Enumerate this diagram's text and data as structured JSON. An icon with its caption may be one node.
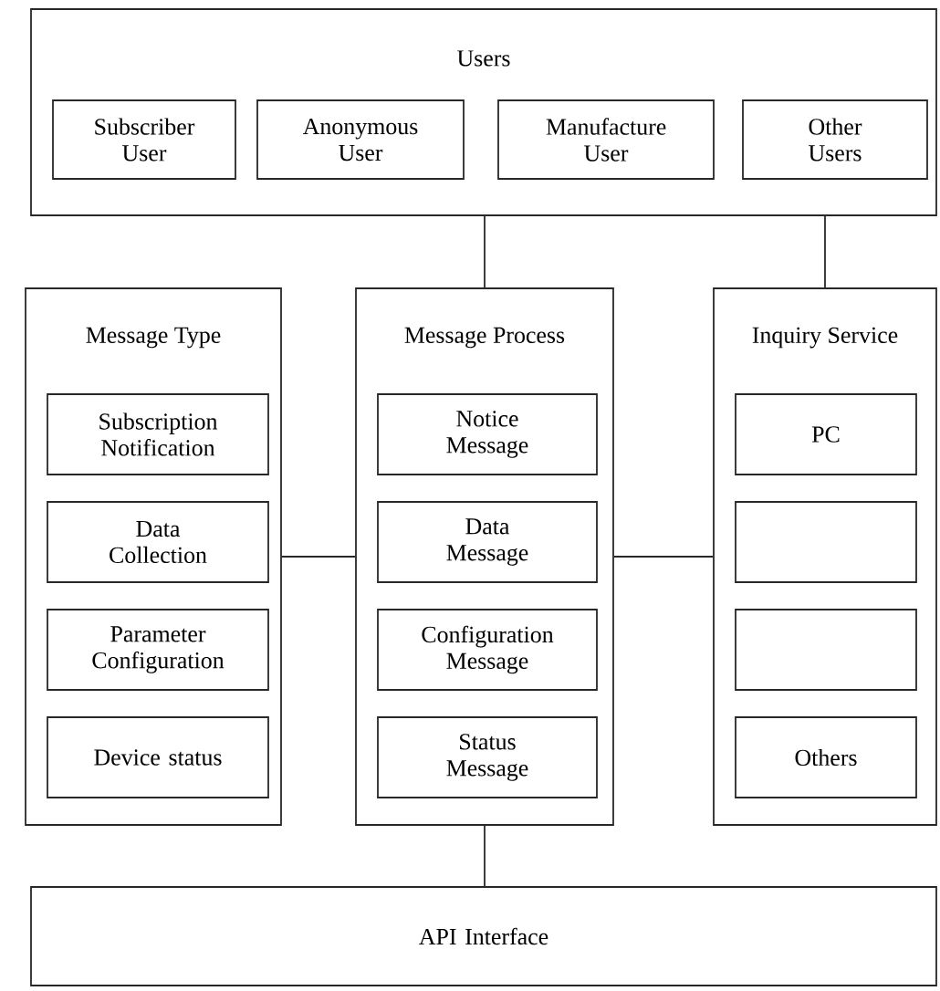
{
  "diagram": {
    "nodes": [
      {
        "text": [
          "Users"
        ]
      },
      {
        "text": [
          "Subscriber User"
        ],
        "in": 0
      },
      {
        "text": [
          "Anonymous User"
        ],
        "in": 0
      },
      {
        "text": [
          "Manufacture User"
        ],
        "in": 0
      },
      {
        "text": [
          "Other Users"
        ],
        "in": 0
      },
      {
        "text": [
          "Message Type"
        ]
      },
      {
        "text": [
          "Subscription Notification"
        ],
        "in": 5
      },
      {
        "text": [
          "Data Collection"
        ],
        "in": 5
      },
      {
        "text": [
          "Parameter Configuration"
        ],
        "in": 5
      },
      {
        "text": [
          "Device status"
        ],
        "in": 5
      },
      {
        "text": [
          "Message Process"
        ]
      },
      {
        "text": [
          "Notice Message"
        ],
        "in": 10
      },
      {
        "text": [
          "Data Message"
        ],
        "in": 10
      },
      {
        "text": [
          "Configuration Message"
        ],
        "in": 10
      },
      {
        "text": [
          "Status Message"
        ],
        "in": 10
      },
      {
        "text": [
          "Inquiry Service"
        ]
      },
      {
        "text": [
          "PC"
        ],
        "in": 15
      },
      {
        "text": [],
        "shape": "box",
        "in": 15
      },
      {
        "text": [],
        "shape": "box",
        "in": 15
      },
      {
        "text": [
          "Others"
        ],
        "in": 15
      },
      {
        "text": [
          "API Interface"
        ]
      }
    ],
    "edges": [
      {
        "from": 0,
        "to": 10,
        "arrow": "none"
      },
      {
        "from": 0,
        "to": 15,
        "arrow": "none"
      },
      {
        "from": 5,
        "to": 10,
        "arrow": "none"
      },
      {
        "from": 10,
        "to": 15,
        "arrow": "none"
      },
      {
        "from": 10,
        "to": 20,
        "arrow": "none"
      }
    ]
  }
}
